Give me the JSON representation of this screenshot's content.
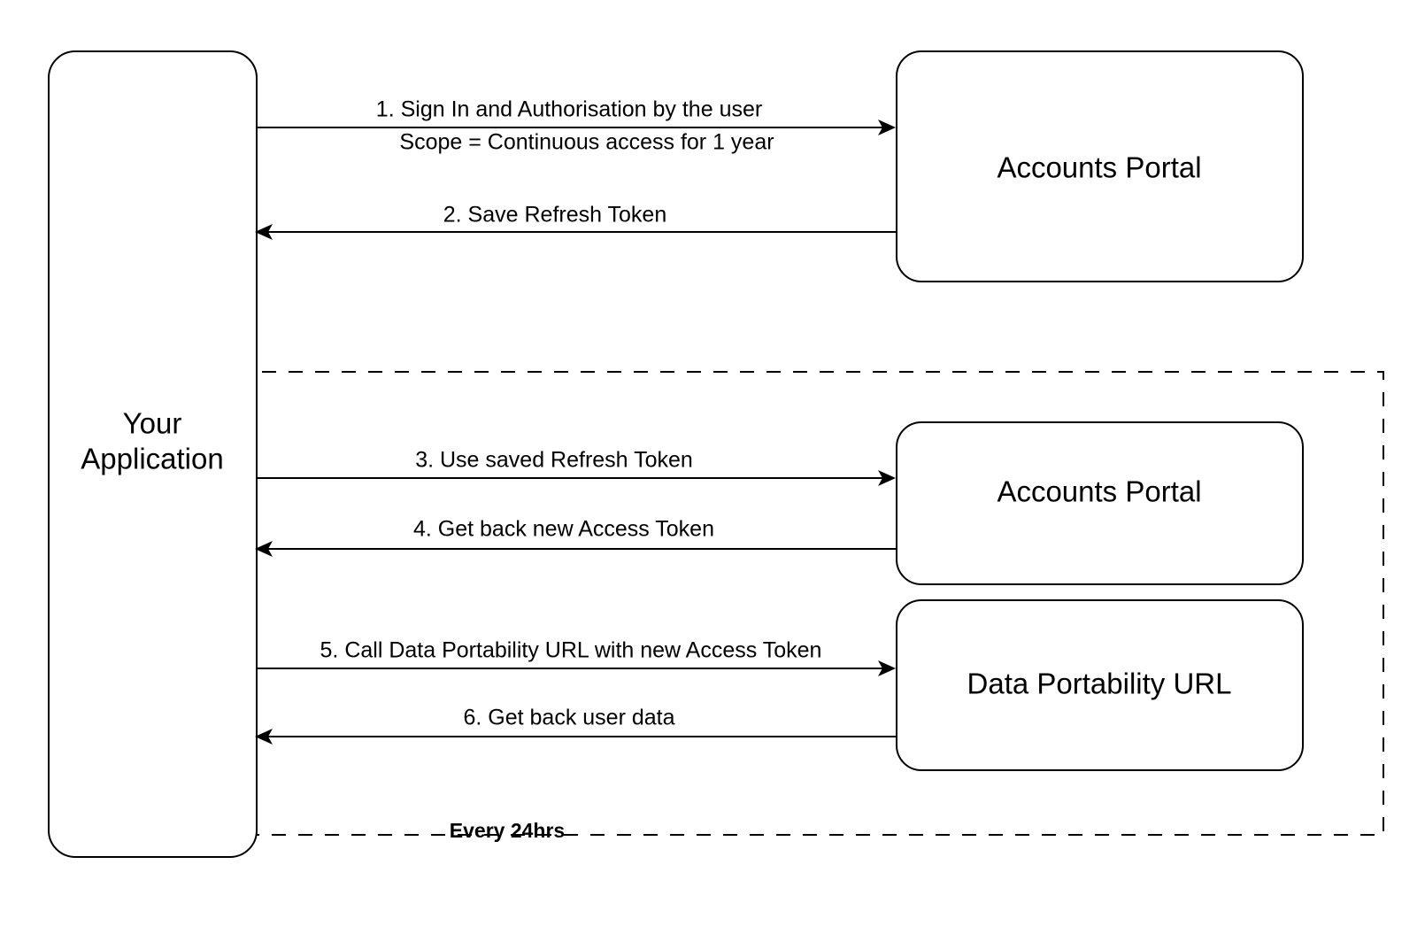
{
  "diagram": {
    "type": "sequence-flow",
    "background_color": "#ffffff",
    "line_color": "#000000",
    "nodes": [
      {
        "id": "your-application",
        "label_line_1": "Your",
        "label_line_2": "Application",
        "shape": "rounded-rectangle"
      },
      {
        "id": "accounts-portal-top",
        "label": "Accounts Portal",
        "shape": "rounded-rectangle"
      },
      {
        "id": "accounts-portal-mid",
        "label": "Accounts Portal",
        "shape": "rounded-rectangle"
      },
      {
        "id": "data-portability-url",
        "label": "Data Portability URL",
        "shape": "rounded-rectangle"
      }
    ],
    "edges": [
      {
        "id": "edge-1",
        "label": "1. Sign In and Authorisation by the user",
        "sublabel": "Scope = Continuous access for 1 year",
        "direction": "right",
        "from": "your-application",
        "to": "accounts-portal-top"
      },
      {
        "id": "edge-2",
        "label": "2. Save Refresh Token",
        "direction": "left",
        "from": "accounts-portal-top",
        "to": "your-application"
      },
      {
        "id": "edge-3",
        "label": "3. Use saved Refresh Token",
        "direction": "right",
        "from": "your-application",
        "to": "accounts-portal-mid"
      },
      {
        "id": "edge-4",
        "label": "4. Get back new Access Token",
        "direction": "left",
        "from": "accounts-portal-mid",
        "to": "your-application"
      },
      {
        "id": "edge-5",
        "label": "5. Call Data Portability URL with new Access Token",
        "direction": "right",
        "from": "your-application",
        "to": "data-portability-url"
      },
      {
        "id": "edge-6",
        "label": "6. Get back user data",
        "direction": "left",
        "from": "data-portability-url",
        "to": "your-application"
      }
    ],
    "regions": [
      {
        "id": "recurring-region",
        "label": "Every 24hrs",
        "style": "dashed",
        "label_weight": "bold"
      }
    ]
  }
}
